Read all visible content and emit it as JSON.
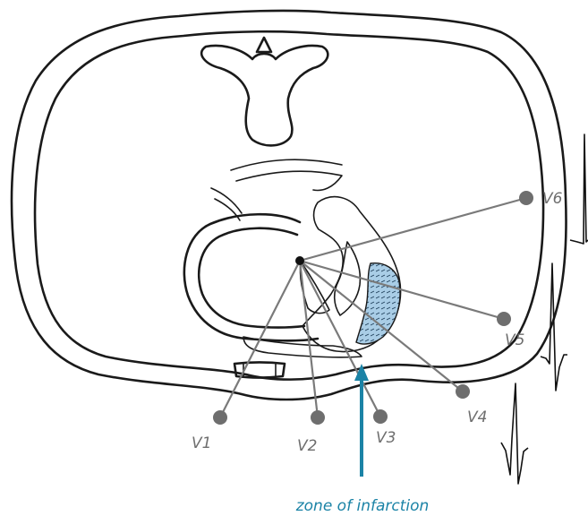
{
  "leads": [
    {
      "id": "V1",
      "label": "V1"
    },
    {
      "id": "V2",
      "label": "V2"
    },
    {
      "id": "V3",
      "label": "V3"
    },
    {
      "id": "V4",
      "label": "V4"
    },
    {
      "id": "V5",
      "label": "V5"
    },
    {
      "id": "V6",
      "label": "V6"
    }
  ],
  "annotation": {
    "label": "zone of infarction",
    "color": "#1b83a6"
  },
  "colors": {
    "infarct_fill": "#a9cde6",
    "electrode": "#6e6e6e",
    "lead_line": "#7a7a7a",
    "outline": "#1a1a1a"
  }
}
